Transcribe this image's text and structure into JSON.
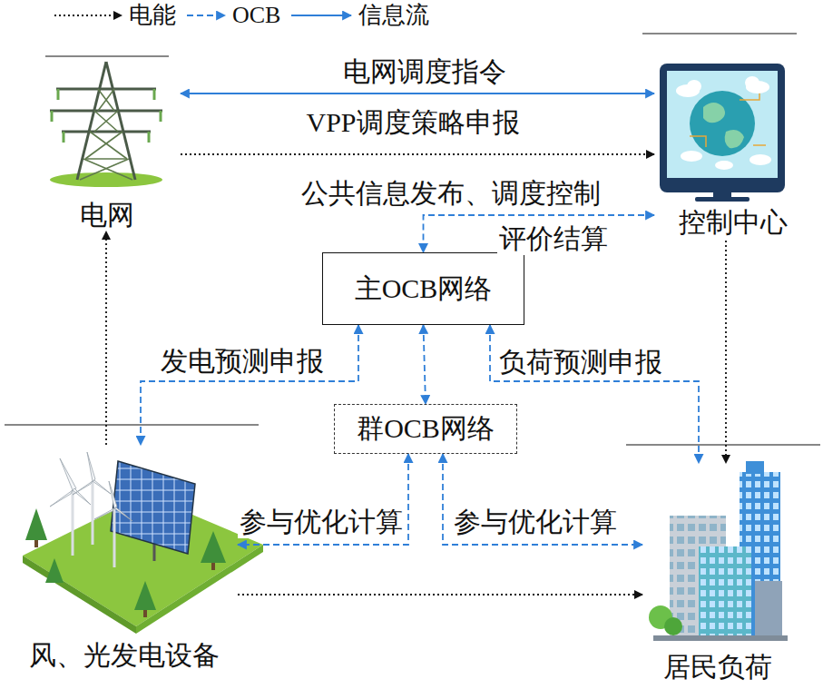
{
  "diagram": {
    "nodes": [
      {
        "text": [
          "电网"
        ]
      },
      {
        "text": [
          "控制中心"
        ]
      },
      {
        "text": [
          "主OCB网络"
        ]
      },
      {
        "text": [
          "群OCB网络"
        ]
      },
      {
        "text": [
          "风、光发电设备"
        ]
      },
      {
        "text": [
          "居民负荷"
        ]
      }
    ],
    "edges": [
      {
        "from": 0,
        "to": 1,
        "arrow": "both",
        "label": "电网调度指令"
      },
      {
        "from": 0,
        "to": 1,
        "arrow": "to",
        "label": "VPP调度策略申报"
      },
      {
        "from": 1,
        "to": 2,
        "arrow": "both",
        "label": "公共信息发布、调度控制"
      },
      {
        "from": 2,
        "to": 3,
        "arrow": "both"
      },
      {
        "from": 2,
        "to": 4,
        "arrow": "both",
        "label": "发电预测申报"
      },
      {
        "from": 2,
        "to": 5,
        "arrow": "both",
        "label": "负荷预测申报"
      },
      {
        "from": 3,
        "to": 4,
        "arrow": "both",
        "label": "参与优化计算"
      },
      {
        "from": 3,
        "to": 5,
        "arrow": "both",
        "label": "参与优化计算"
      },
      {
        "from": 4,
        "to": 0,
        "arrow": "to"
      },
      {
        "from": 1,
        "to": 5,
        "arrow": "to"
      },
      {
        "from": 4,
        "to": 5,
        "arrow": "to"
      }
    ],
    "labels": [
      "评价结算"
    ],
    "legend": [
      {
        "text": "电能"
      },
      {
        "text": "OCB"
      },
      {
        "text": "信息流"
      }
    ]
  }
}
